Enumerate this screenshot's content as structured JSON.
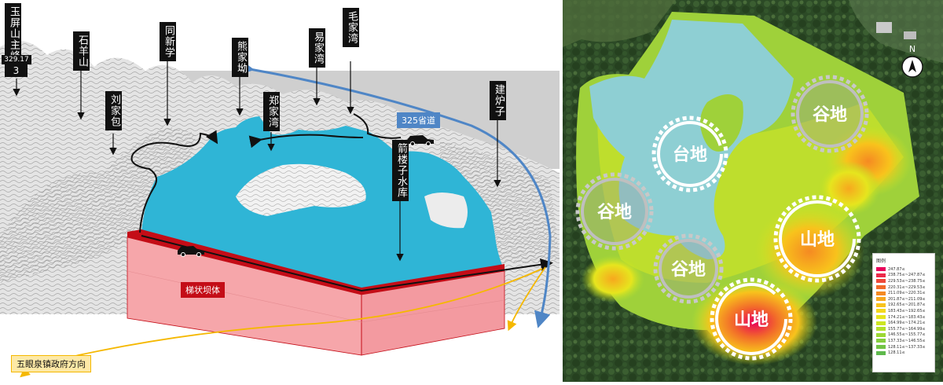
{
  "left_panel": {
    "peak_label": "玉屏山主峰",
    "peak_elevation": "329.17",
    "peak_mark": "3",
    "place_labels": [
      "石羊山",
      "刘家包",
      "同新学",
      "熊家坳",
      "郑家湾",
      "易家湾",
      "毛家湾",
      "建炉子"
    ],
    "reservoir_label": "箭楼子水库",
    "road_label": "325省道",
    "dam_label": "梯状坝体",
    "town_direction_label": "五眼泉镇政府方向"
  },
  "right_panel": {
    "zones": [
      {
        "label": "台地",
        "type": "terrace"
      },
      {
        "label": "谷地",
        "type": "valley"
      },
      {
        "label": "谷地",
        "type": "valley"
      },
      {
        "label": "谷地",
        "type": "valley"
      },
      {
        "label": "山地",
        "type": "mountain"
      },
      {
        "label": "山地",
        "type": "mountain"
      }
    ],
    "north_label": "N",
    "legend": {
      "title": "图例",
      "items": [
        {
          "label": "247.87≤",
          "color": "#e8005a"
        },
        {
          "label": "238.75≤~247.87≤",
          "color": "#ec2a4a"
        },
        {
          "label": "229.53≤~238.75≤",
          "color": "#ef4a3a"
        },
        {
          "label": "220.31≤~229.53≤",
          "color": "#f26a2a"
        },
        {
          "label": "211.09≤~220.31≤",
          "color": "#f58a22"
        },
        {
          "label": "201.87≤~211.09≤",
          "color": "#f7a81e"
        },
        {
          "label": "192.65≤~201.87≤",
          "color": "#f8c31c"
        },
        {
          "label": "183.43≤~192.65≤",
          "color": "#f4d81c"
        },
        {
          "label": "174.21≤~183.43≤",
          "color": "#e6e51e"
        },
        {
          "label": "164.99≤~174.21≤",
          "color": "#cde622"
        },
        {
          "label": "155.77≤~164.99≤",
          "color": "#b4e02a"
        },
        {
          "label": "146.55≤~155.77≤",
          "color": "#9cd834"
        },
        {
          "label": "137.33≤~146.55≤",
          "color": "#86cf3e"
        },
        {
          "label": "128.11≤~137.33≤",
          "color": "#72c446"
        },
        {
          "label": "128.11≤",
          "color": "#5eb94c"
        }
      ]
    }
  },
  "colors": {
    "water": "#2fb5d6",
    "water_right": "#8ecfd3",
    "dam_top": "#c40d17",
    "dam_face": "#f6a6aa",
    "road_blue": "#4f86c6",
    "town_arrow": "#f5b800",
    "terrain": "#d9d9d9"
  }
}
